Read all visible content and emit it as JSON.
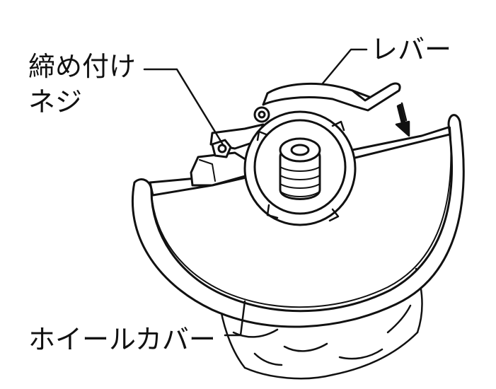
{
  "labels": {
    "clamp_screw_line1": "締め付け",
    "clamp_screw_line2": "ネジ",
    "lever": "レバー",
    "wheel_cover": "ホイールカバー"
  },
  "colors": {
    "ink": "#111111",
    "background": "#ffffff"
  }
}
